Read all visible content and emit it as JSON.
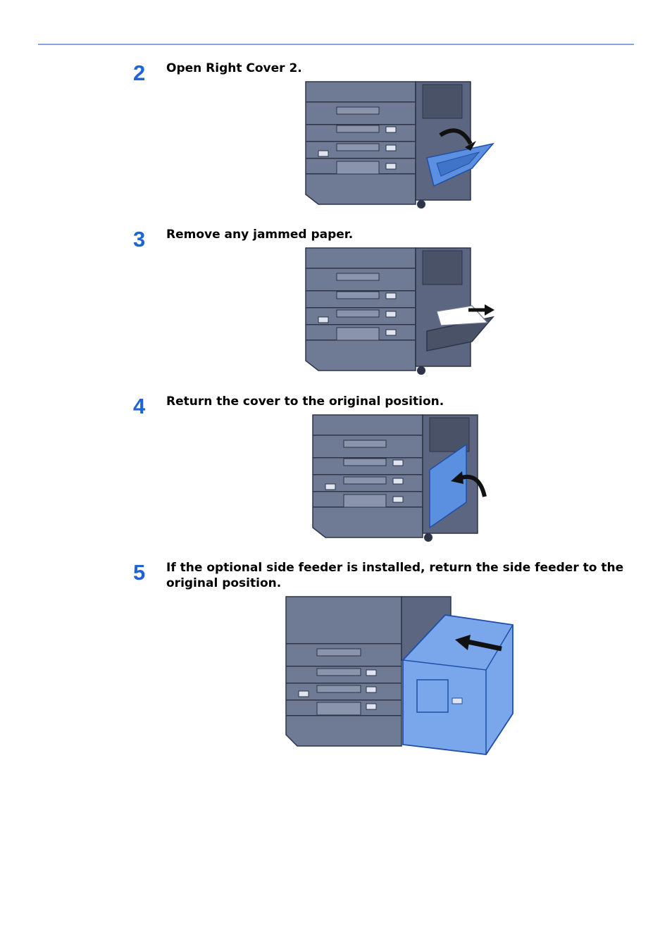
{
  "steps": [
    {
      "number": "2",
      "text": "Open Right Cover 2."
    },
    {
      "number": "3",
      "text": "Remove any jammed paper."
    },
    {
      "number": "4",
      "text": "Return the cover to the original position."
    },
    {
      "number": "5",
      "text": "If the optional side feeder is installed, return the side feeder to the original position."
    }
  ],
  "colors": {
    "rule": "#7ea6e0",
    "step_number": "#1f63d6",
    "machine_body": "#6f7a95",
    "highlight_part": "#5b8fe0"
  },
  "icons": [
    "machine-illustration",
    "rotate-arrow-icon",
    "pull-arrow-icon",
    "push-arrow-icon"
  ]
}
